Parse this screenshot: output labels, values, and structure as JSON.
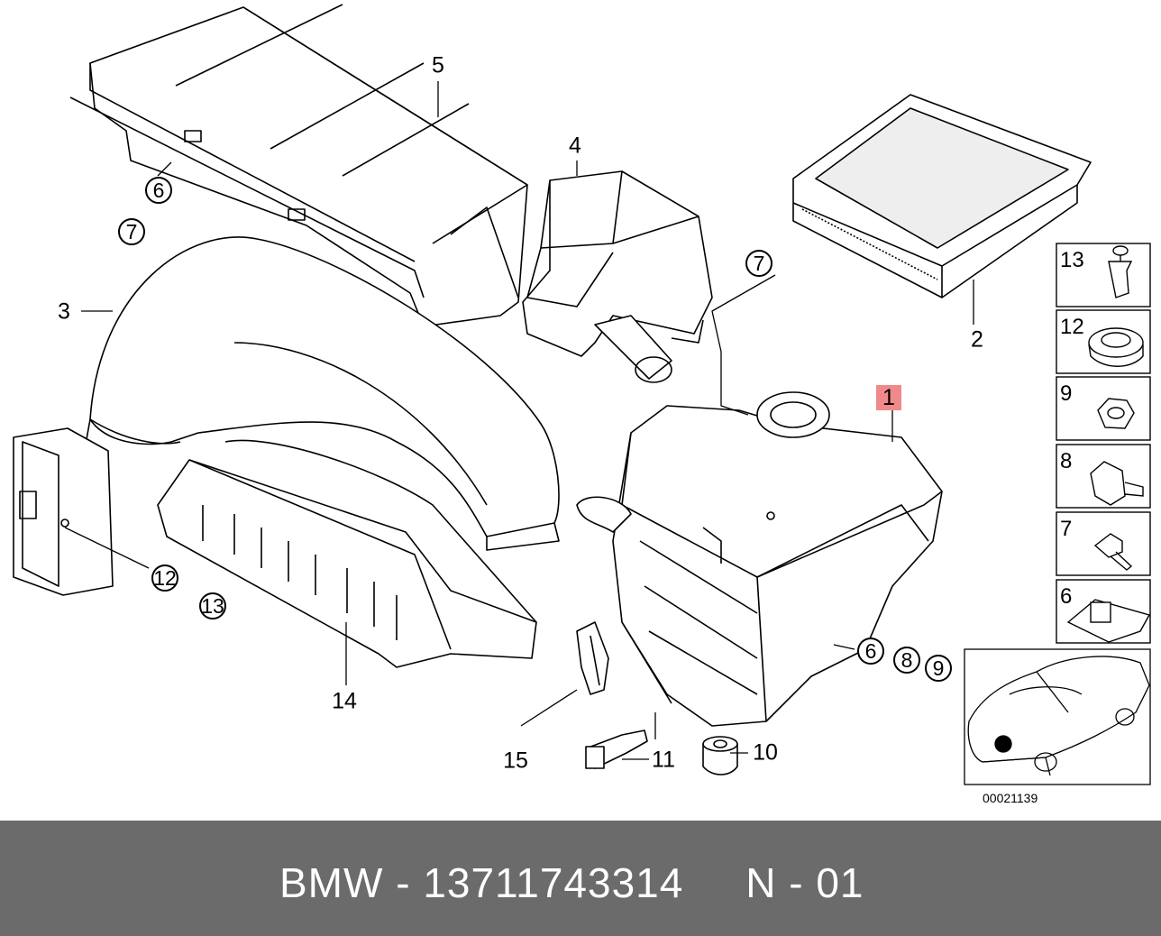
{
  "callouts": {
    "c1": "1",
    "c2": "2",
    "c3": "3",
    "c4": "4",
    "c5": "5",
    "c10": "10",
    "c11": "11",
    "c14": "14",
    "c15": "15"
  },
  "circled": {
    "c6_top": "6",
    "c7_top": "7",
    "c7_mid": "7",
    "c12": "12",
    "c13": "13",
    "c6_box": "6",
    "c8_box": "8",
    "c9_box": "9"
  },
  "sidebar_items": [
    "13",
    "12",
    "9",
    "8",
    "7",
    "6"
  ],
  "reference_number": "00021139",
  "banner": {
    "brand": "BMW",
    "separator": "-",
    "part_number": "13711743314",
    "code": "N - 01"
  },
  "colors": {
    "highlight": "#f08a8a",
    "banner_bg": "#6b6b6b",
    "banner_text": "#ffffff"
  }
}
